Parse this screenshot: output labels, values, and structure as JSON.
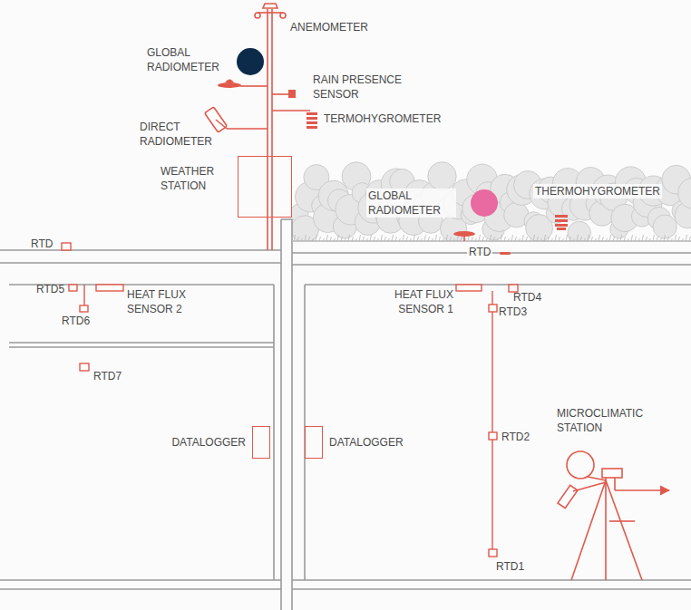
{
  "diagram": {
    "nodes": [
      {
        "text": [
          "WEATHER STATION"
        ]
      },
      {
        "text": [
          "DATALOGGER"
        ]
      },
      {
        "text": [
          "DATALOGGER"
        ]
      }
    ],
    "labels": [
      "ANEMOMETER",
      "GLOBAL RADIOMETER",
      "RAIN PRESENCE SENSOR",
      "TERMOHYGROMETER",
      "DIRECT RADIOMETER",
      "GLOBAL RADIOMETER",
      "THERMOHYGROMETER",
      "RTD",
      "RTD",
      "RTD5",
      "RTD6",
      "HEAT FLUX SENSOR 2",
      "RTD7",
      "HEAT FLUX SENSOR 1",
      "RTD4",
      "RTD3",
      "RTD2",
      "RTD1",
      "MICROCLIMATIC STATION"
    ]
  }
}
